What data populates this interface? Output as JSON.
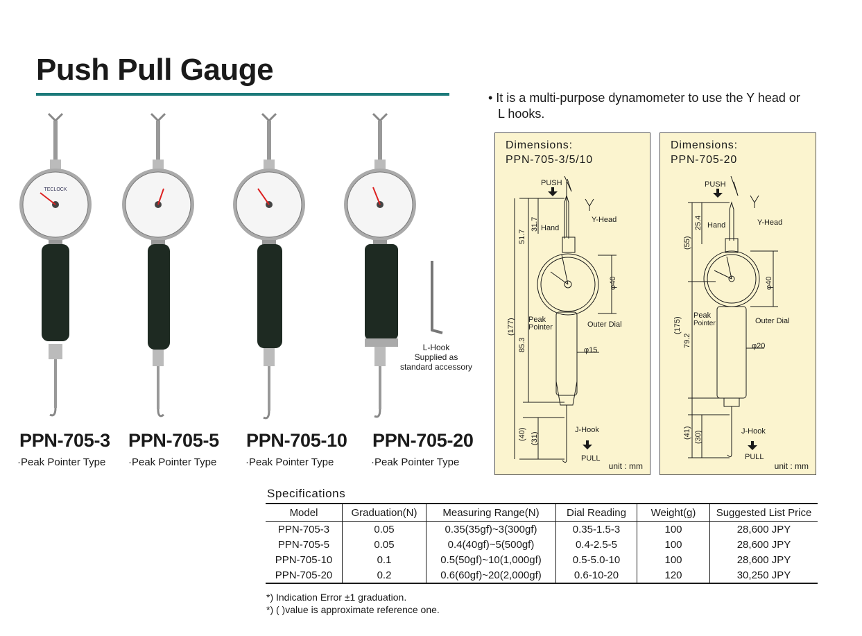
{
  "page": {
    "title": "Push Pull Gauge",
    "bullet_line1": "• It is a multi-purpose dynamometer to use the Y head or",
    "bullet_line2": "L hooks.",
    "accent_color": "#1c7a7a"
  },
  "products": [
    {
      "model": "PPN-705-3",
      "type": "·Peak Pointer Type"
    },
    {
      "model": "PPN-705-5",
      "type": "·Peak Pointer Type"
    },
    {
      "model": "PPN-705-10",
      "type": "·Peak Pointer Type"
    },
    {
      "model": "PPN-705-20",
      "type": "·Peak Pointer Type"
    }
  ],
  "accessory": {
    "line1": "L-Hook",
    "line2": "Supplied as",
    "line3": "standard accessory"
  },
  "dimensions": [
    {
      "title1": "Dimensions:",
      "title2": "PPN-705-3/5/10",
      "push": "PUSH",
      "pull": "PULL",
      "y_head": "Y-Head",
      "hand": "Hand",
      "peak1": "Peak",
      "peak2": "Pointer",
      "outer_dial": "Outer Dial",
      "j_hook": "J-Hook",
      "unit": "unit : mm",
      "d_top": "31.7",
      "d_mid": "51.7",
      "d_total": "(177)",
      "d_body": "85.3",
      "d_hook1": "(40)",
      "d_hook2": "(31)",
      "d_dial": "φ40",
      "d_grip": "φ15"
    },
    {
      "title1": "Dimensions:",
      "title2": "PPN-705-20",
      "push": "PUSH",
      "pull": "PULL",
      "y_head": "Y-Head",
      "hand": "Hand",
      "peak1": "Peak",
      "peak2": "Pointer",
      "outer_dial": "Outer Dial",
      "j_hook": "J-Hook",
      "unit": "unit : mm",
      "d_top": "25.4",
      "d_mid": "(55)",
      "d_total": "(175)",
      "d_body": "79.2",
      "d_hook1": "(41)",
      "d_hook2": "(30)",
      "d_dial": "φ40",
      "d_grip": "φ20"
    }
  ],
  "specs": {
    "title": "Specifications",
    "headers": [
      "Model",
      "Graduation(N)",
      "Measuring Range(N)",
      "Dial Reading",
      "Weight(g)",
      "Suggested List Price"
    ],
    "rows": [
      [
        "PPN-705-3",
        "0.05",
        "0.35(35gf)~3(300gf)",
        "0.35-1.5-3",
        "100",
        "28,600 JPY"
      ],
      [
        "PPN-705-5",
        "0.05",
        "0.4(40gf)~5(500gf)",
        "0.4-2.5-5",
        "100",
        "28,600 JPY"
      ],
      [
        "PPN-705-10",
        "0.1",
        "0.5(50gf)~10(1,000gf)",
        "0.5-5.0-10",
        "100",
        "28,600 JPY"
      ],
      [
        "PPN-705-20",
        "0.2",
        "0.6(60gf)~20(2,000gf)",
        "0.6-10-20",
        "120",
        "30,250 JPY"
      ]
    ]
  },
  "notes": [
    "*) Indication Error ±1 graduation.",
    "*) ( )value is approximate reference one."
  ]
}
